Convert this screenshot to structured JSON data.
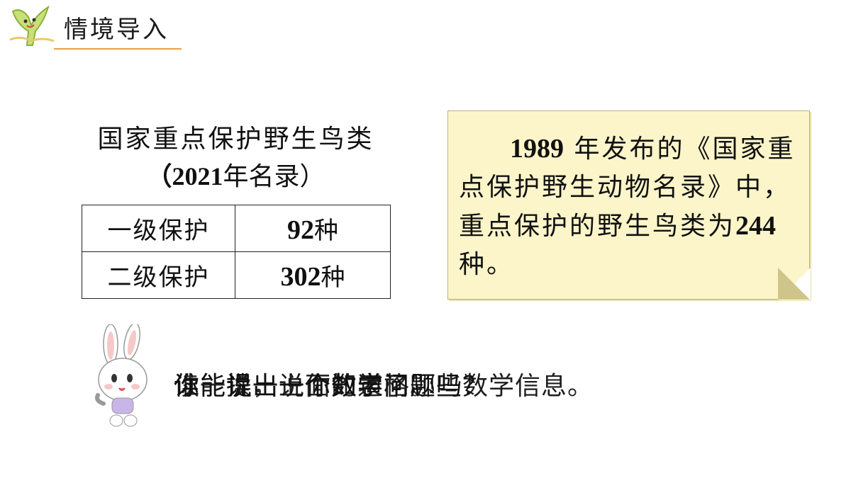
{
  "header": {
    "title": "情境导入",
    "logo_icon": "leaf-y-logo-icon"
  },
  "table": {
    "title": "国家重点保护野生鸟类",
    "subtitle_open": "（",
    "subtitle_year": "2021",
    "subtitle_rest": "年名录）",
    "rows": [
      {
        "category": "一级保护",
        "count": "92",
        "unit": "种"
      },
      {
        "category": "二级保护",
        "count": "302",
        "unit": "种"
      }
    ]
  },
  "note": {
    "year": "1989",
    "text_1": " 年发布的《国家重点保护野生动物名录》中，重点保护的野生鸟类为",
    "count": "244",
    "text_2": "种。"
  },
  "prompts": {
    "line1": "你能提出一个数学问题吗？",
    "line2": "谁能说一说你知道了哪些数学信息。",
    "line3": "读一读，上面的表格。"
  },
  "colors": {
    "accent": "#e8a046",
    "note_bg": "#fbf5c9"
  }
}
